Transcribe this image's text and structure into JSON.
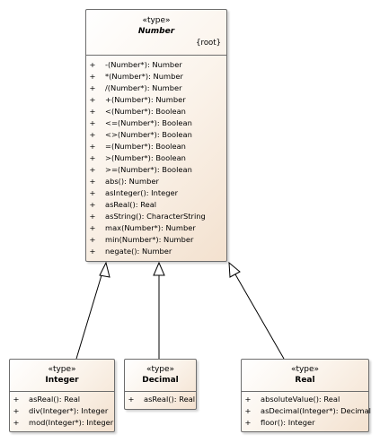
{
  "classes": {
    "number": {
      "stereotype": "«type»",
      "name": "Number",
      "tag": "{root}",
      "operations": [
        {
          "visibility": "+",
          "signature": "-(Number*): Number"
        },
        {
          "visibility": "+",
          "signature": "*(Number*): Number"
        },
        {
          "visibility": "+",
          "signature": "/(Number*): Number"
        },
        {
          "visibility": "+",
          "signature": "+(Number*): Number"
        },
        {
          "visibility": "+",
          "signature": "<(Number*): Boolean"
        },
        {
          "visibility": "+",
          "signature": "<=(Number*): Boolean"
        },
        {
          "visibility": "+",
          "signature": "<>(Number*): Boolean"
        },
        {
          "visibility": "+",
          "signature": "=(Number*): Boolean"
        },
        {
          "visibility": "+",
          "signature": ">(Number*): Boolean"
        },
        {
          "visibility": "+",
          "signature": ">=(Number*): Boolean"
        },
        {
          "visibility": "+",
          "signature": "abs(): Number"
        },
        {
          "visibility": "+",
          "signature": "asInteger(): Integer"
        },
        {
          "visibility": "+",
          "signature": "asReal(): Real"
        },
        {
          "visibility": "+",
          "signature": "asString(): CharacterString"
        },
        {
          "visibility": "+",
          "signature": "max(Number*): Number"
        },
        {
          "visibility": "+",
          "signature": "min(Number*): Number"
        },
        {
          "visibility": "+",
          "signature": "negate(): Number"
        }
      ]
    },
    "integer": {
      "stereotype": "«type»",
      "name": "Integer",
      "operations": [
        {
          "visibility": "+",
          "signature": "asReal(): Real"
        },
        {
          "visibility": "+",
          "signature": "div(Integer*): Integer"
        },
        {
          "visibility": "+",
          "signature": "mod(Integer*): Integer"
        }
      ]
    },
    "decimal": {
      "stereotype": "«type»",
      "name": "Decimal",
      "operations": [
        {
          "visibility": "+",
          "signature": "asReal(): Real"
        }
      ]
    },
    "real": {
      "stereotype": "«type»",
      "name": "Real",
      "operations": [
        {
          "visibility": "+",
          "signature": "absoluteValue(): Real"
        },
        {
          "visibility": "+",
          "signature": "asDecimal(Integer*): Decimal"
        },
        {
          "visibility": "+",
          "signature": "floor(): Integer"
        }
      ]
    }
  },
  "relations": [
    {
      "type": "generalization",
      "from": "Integer",
      "to": "Number"
    },
    {
      "type": "generalization",
      "from": "Decimal",
      "to": "Number"
    },
    {
      "type": "generalization",
      "from": "Real",
      "to": "Number"
    }
  ]
}
